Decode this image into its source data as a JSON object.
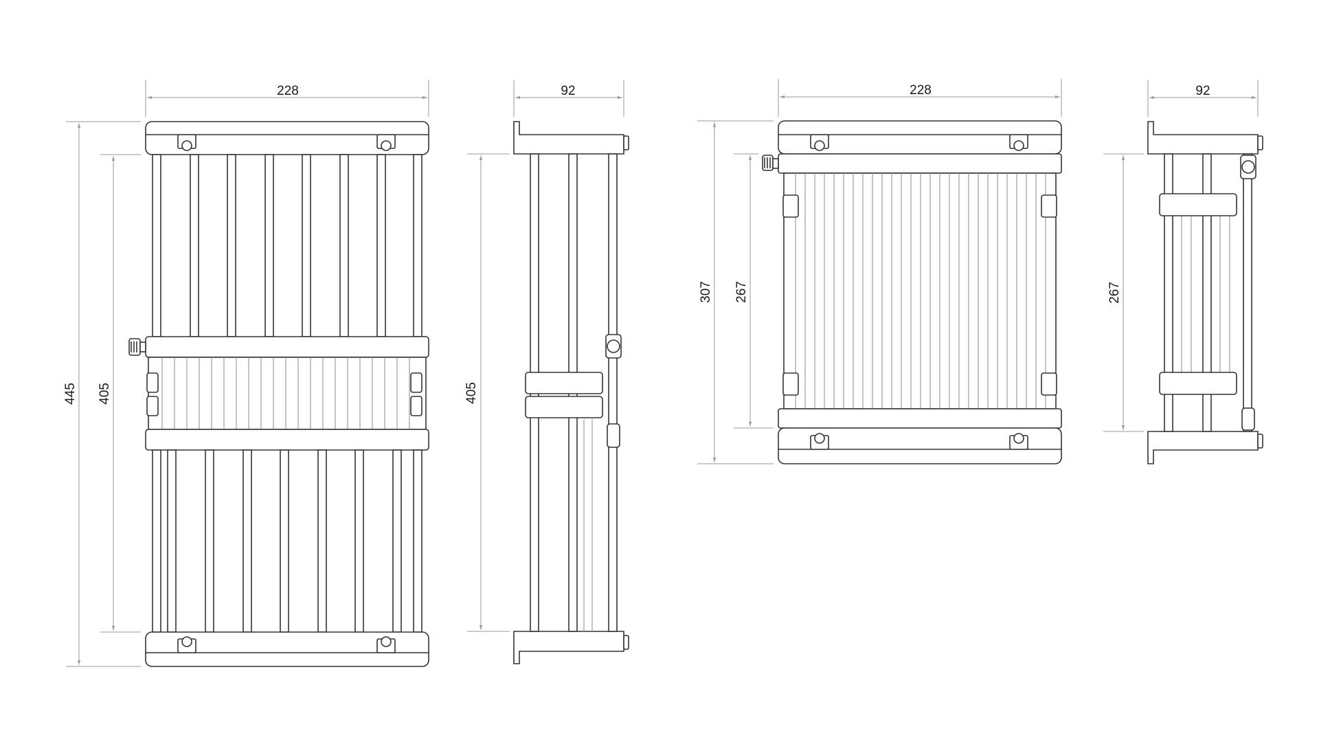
{
  "views": [
    {
      "id": "tall-front",
      "width_label": "228",
      "overall_height_label": "445",
      "inner_height_label": "405"
    },
    {
      "id": "tall-side",
      "depth_label": "92",
      "inner_height_label": "405"
    },
    {
      "id": "short-front",
      "width_label": "228",
      "overall_height_label": "307",
      "inner_height_label": "267"
    },
    {
      "id": "short-side",
      "depth_label": "92",
      "inner_height_label": "267"
    }
  ],
  "colors": {
    "stroke": "#333333",
    "dimension": "#9a9a9a",
    "background": "#ffffff"
  }
}
